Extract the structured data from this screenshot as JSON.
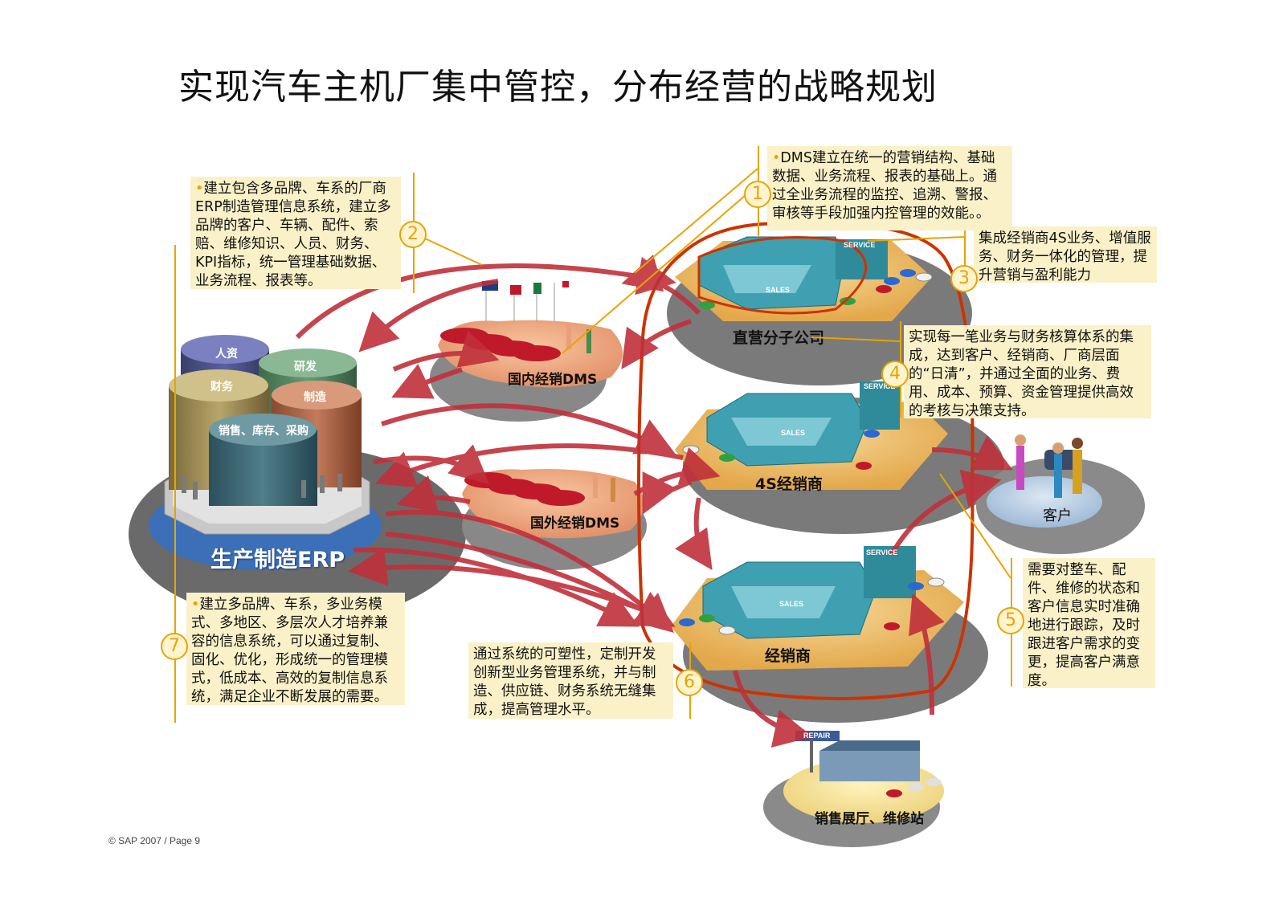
{
  "title": "实现汽车主机厂集中管控，分布经营的战略规划",
  "footer": "© SAP 2007 / Page 9",
  "erp": {
    "label": "生产制造ERP",
    "modules": [
      "人资",
      "研发",
      "财务",
      "制造",
      "销售、库存、采购"
    ]
  },
  "nodes": {
    "domestic_dms": "国内经销DMS",
    "foreign_dms": "国外经销DMS",
    "direct_branch": "直营分子公司",
    "dealer_4s": "4S经销商",
    "dealer": "经销商",
    "customer": "客户",
    "showroom": "销售展厅、维修站"
  },
  "signs": {
    "sales": "SALES",
    "service": "SERVICE",
    "repair": "REPAIR"
  },
  "callouts": {
    "c1": {
      "num": "1",
      "bullet": "•",
      "text": "DMS建立在统一的营销结构、基础数据、业务流程、报表的基础上。通过全业务流程的监控、追溯、警报、审核等手段加强内控管理的效能。。"
    },
    "c2": {
      "num": "2",
      "bullet": "•",
      "text": "建立包含多品牌、车系的厂商ERP制造管理信息系统，建立多品牌的客户、车辆、配件、索赔、维修知识、人员、财务、KPI指标，统一管理基础数据、业务流程、报表等。"
    },
    "c3": {
      "num": "3",
      "text": "集成经销商4S业务、增值服务、财务一体化的管理，提升营销与盈利能力"
    },
    "c4": {
      "num": "4",
      "text": "实现每一笔业务与财务核算体系的集成，达到客户、经销商、厂商层面的“日清”，并通过全面的业务、费用、成本、预算、资金管理提供高效的考核与决策支持。"
    },
    "c5": {
      "num": "5",
      "text": "需要对整车、配件、维修的状态和客户信息实时准确地进行跟踪，及时跟进客户需求的变更，提高客户满意度。"
    },
    "c6": {
      "num": "6",
      "text": "通过系统的可塑性，定制开发创新型业务管理系统，并与制造、供应链、财务系统无缝集成，提高管理水平。"
    },
    "c7": {
      "num": "7",
      "bullet": "•",
      "text": "建立多品牌、车系，多业务模式、多地区、多层次人才培养兼容的信息系统，可以通过复制、固化、优化，形成统一的管理模式，低成本、高效的复制信息系统，满足企业不断发展的需要。"
    }
  },
  "colors": {
    "accent": "#e8a400",
    "note_bg": "#fbf1c8",
    "frame": "#cc3300",
    "arrow": "#c0303a",
    "building": "#3ea0b0"
  }
}
